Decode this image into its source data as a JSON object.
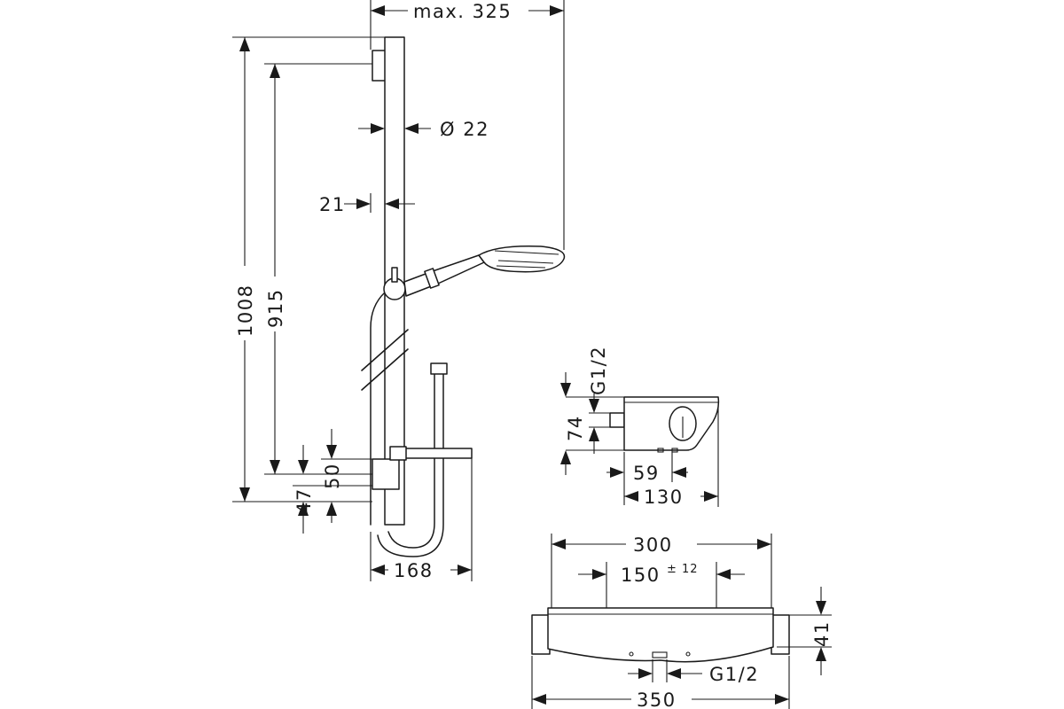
{
  "dims": {
    "max_325": "max. 325",
    "dia_22": "Ø 22",
    "d21": "21",
    "d1008": "1008",
    "d915": "915",
    "d47": "47",
    "d50": "50",
    "d168": "168",
    "g12_top": "G1/2",
    "d74": "74",
    "d59": "59",
    "d130": "130",
    "d300": "300",
    "d150": "150",
    "tol_150": "± 12",
    "d41": "41",
    "g12_bottom": "G1/2",
    "d350": "350"
  }
}
